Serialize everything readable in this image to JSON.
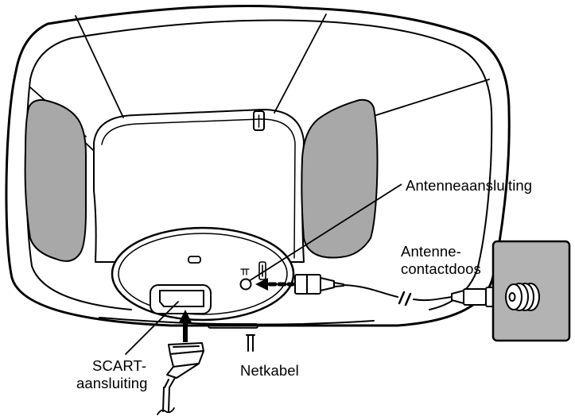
{
  "labels": {
    "antenna_connection": "Antenneaansluiting",
    "antenna_socket_line1": "Antenne-",
    "antenna_socket_line2": "contactdoos",
    "scart_line1": "SCART-",
    "scart_line2": "aansluiting",
    "power_cable": "Netkabel"
  },
  "colors": {
    "outline": "#000000",
    "speaker_grey": "#a8a8a8",
    "wall_box_grey": "#b3b3b3",
    "background": "#ffffff"
  }
}
